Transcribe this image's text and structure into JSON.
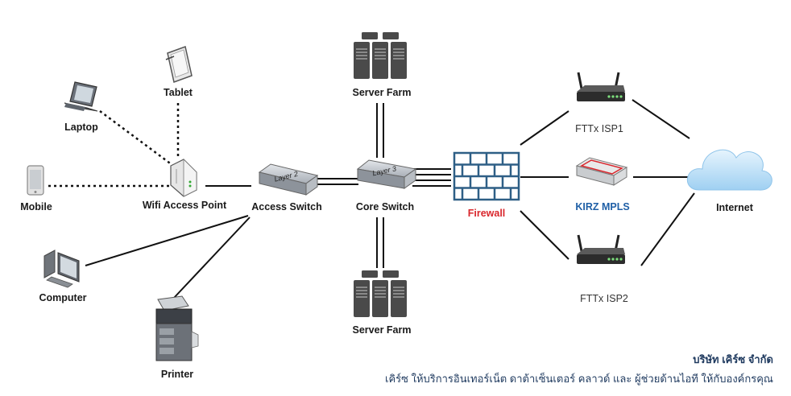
{
  "nodes": {
    "tablet": "Tablet",
    "laptop": "Laptop",
    "mobile": "Mobile",
    "wifi_ap": "Wifi Access Point",
    "access_switch": "Access Switch",
    "access_switch_badge": "Layer 2",
    "core_switch": "Core Switch",
    "core_switch_badge": "Layer 3",
    "server_farm_top": "Server Farm",
    "server_farm_bottom": "Server Farm",
    "firewall": "Firewall",
    "isp1": "FTTx ISP1",
    "mpls": "KIRZ MPLS",
    "isp2": "FTTx ISP2",
    "internet": "Internet",
    "computer": "Computer",
    "printer": "Printer"
  },
  "footer": {
    "company": "บริษัท เคิร์ซ จำกัด",
    "tagline": "เคิร์ซ ให้บริการอินเทอร์เน็ต ดาต้าเซ็นเตอร์ คลาวด์ และ ผู้ช่วยด้านไอที ให้กับองค์กรคุณ"
  },
  "colors": {
    "firewall": "#d9262c",
    "mpls": "#1f5fa6",
    "firewall_icon": "#2e5f86",
    "cloud": "#bfe0f7"
  }
}
